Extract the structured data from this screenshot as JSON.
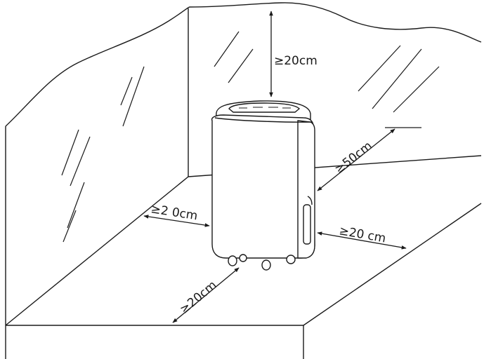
{
  "diagram": {
    "labels": {
      "top_clearance": "≥20cm",
      "left_clearance": "≥2 0cm",
      "back_clearance": "≥50cm",
      "right_clearance": "≥20 cm",
      "front_clearance": "≥20cm"
    },
    "colors": {
      "line": "#1a1a1a",
      "background": "#ffffff"
    }
  }
}
